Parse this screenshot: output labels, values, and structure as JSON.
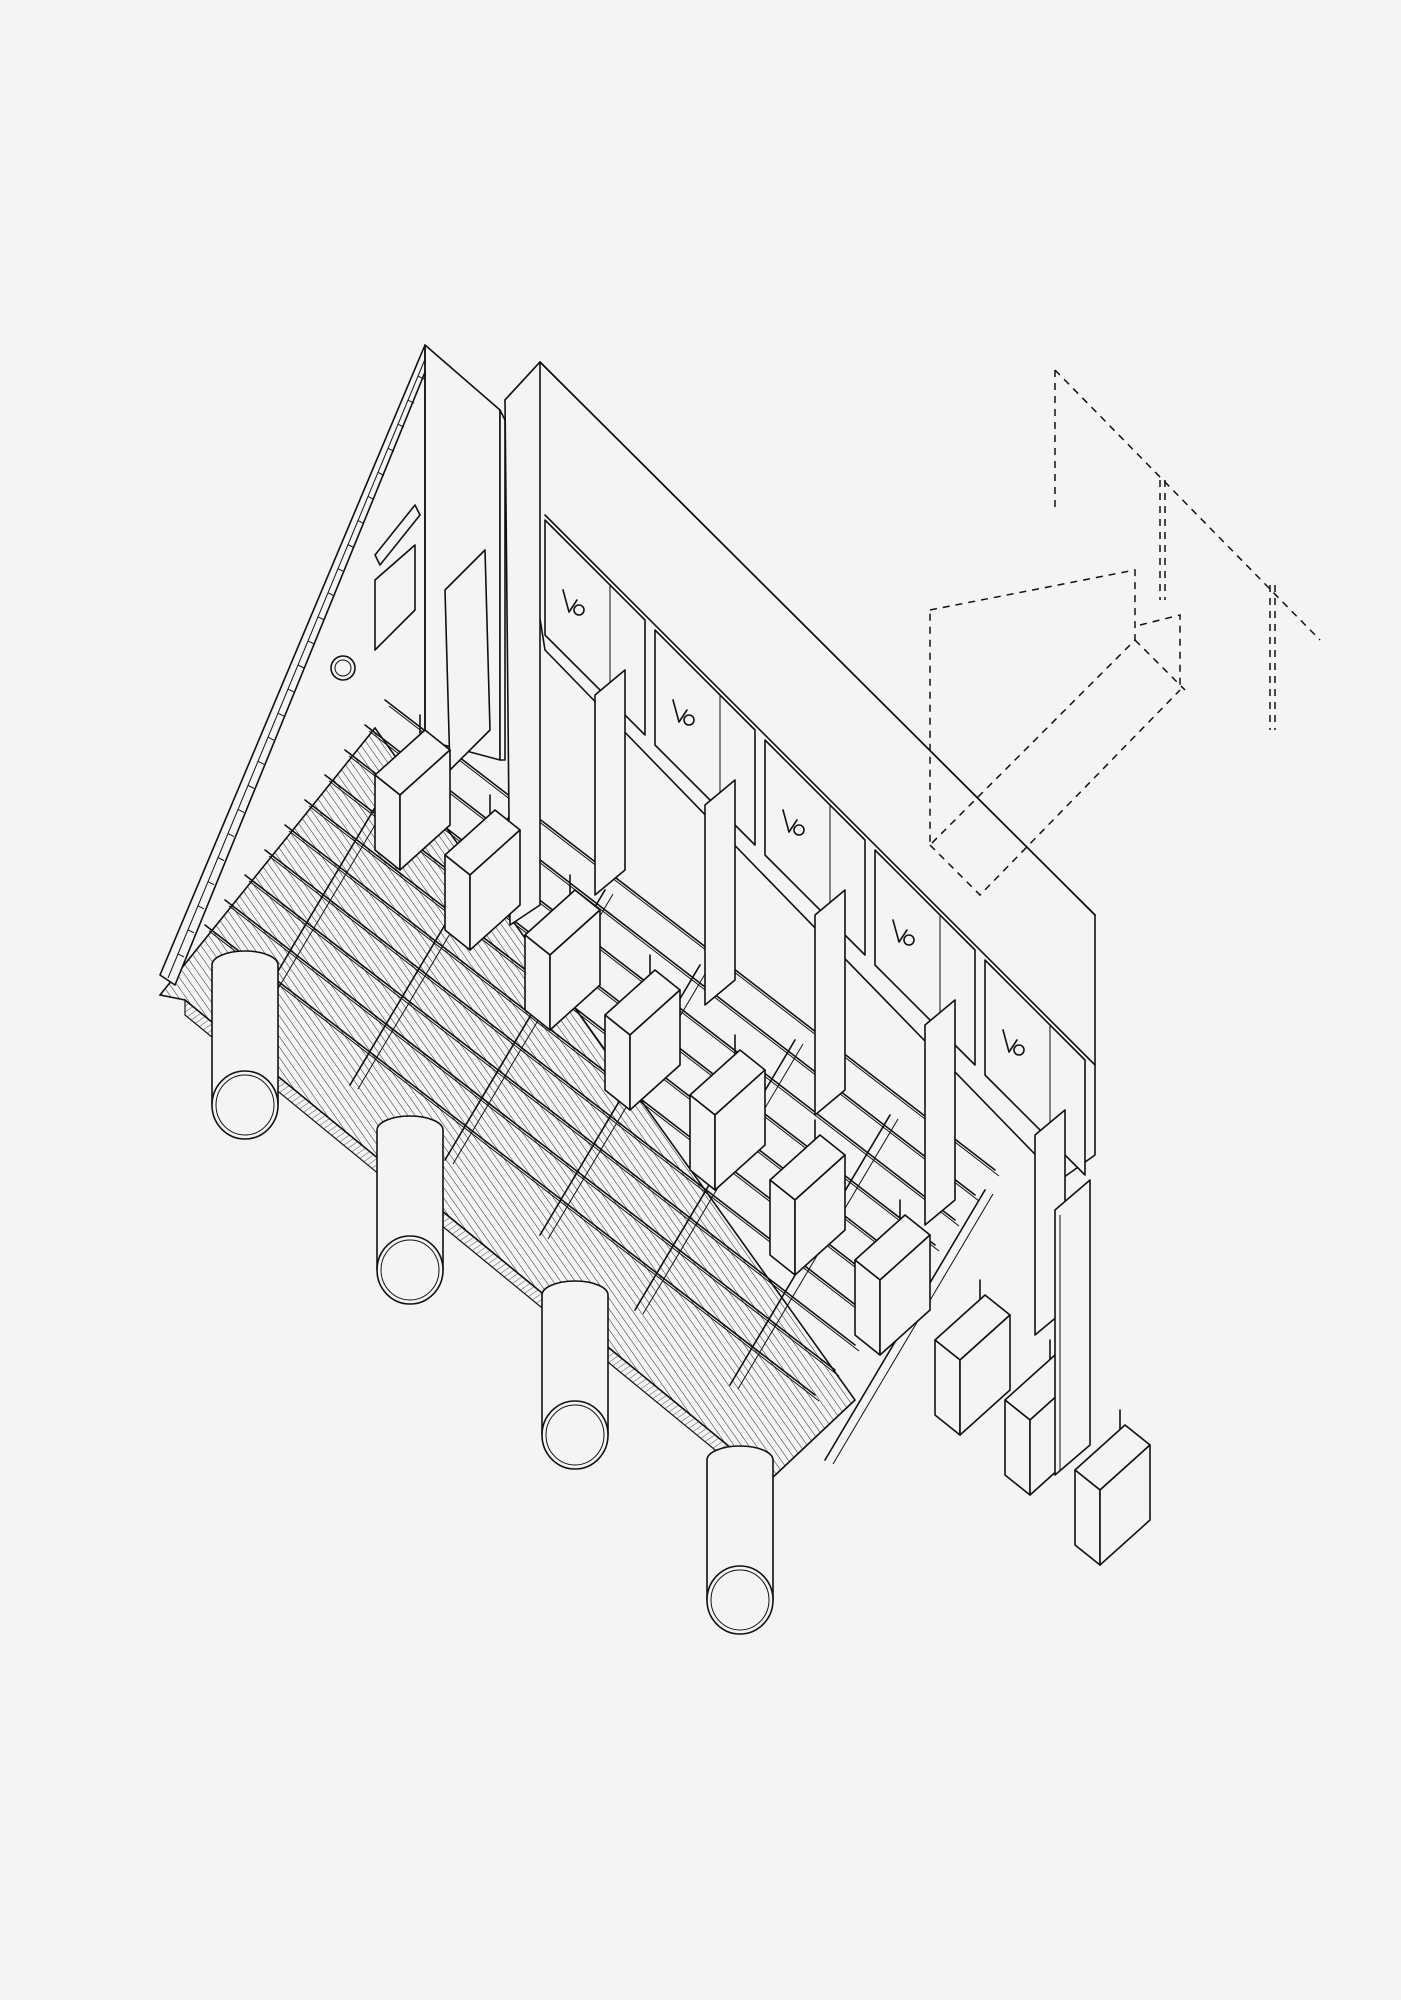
{
  "drawing": {
    "kind": "axonometric architectural line drawing",
    "colors": {
      "background": "#f4f4f4",
      "line": "#111111"
    },
    "counts": {
      "cylindrical_columns": 4,
      "hanging_pendant_boxes": 10,
      "upper_wall_panels": 5
    }
  }
}
